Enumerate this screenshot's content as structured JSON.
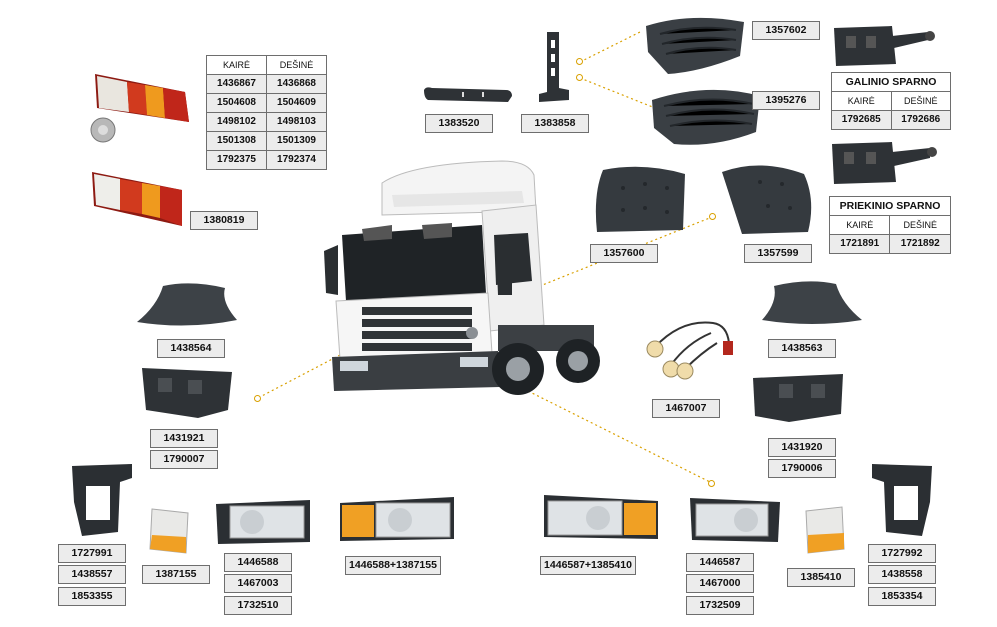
{
  "tail_table": {
    "headers": [
      "KAIRĖ",
      "DEŠINĖ"
    ],
    "rows": [
      [
        "1436867",
        "1436868"
      ],
      [
        "1504608",
        "1504609"
      ],
      [
        "1498102",
        "1498103"
      ],
      [
        "1501308",
        "1501309"
      ],
      [
        "1792375",
        "1792374"
      ]
    ]
  },
  "galinio_table": {
    "title": "GALINIO SPARNO",
    "headers": [
      "KAIRĖ",
      "DEŠINĖ"
    ],
    "values": [
      "1792685",
      "1792686"
    ]
  },
  "priekinio_table": {
    "title": "PRIEKINIO SPARNO",
    "headers": [
      "KAIRĖ",
      "DEŠINĖ"
    ],
    "values": [
      "1721891",
      "1721892"
    ]
  },
  "labels": {
    "p1380819": "1380819",
    "p1383520": "1383520",
    "p1383858": "1383858",
    "p1357602": "1357602",
    "p1395276": "1395276",
    "p1357600": "1357600",
    "p1357599": "1357599",
    "p1438564": "1438564",
    "p1438563": "1438563",
    "p1467007": "1467007",
    "left_bracket": [
      "1431921",
      "1790007"
    ],
    "right_bracket": [
      "1431920",
      "1790006"
    ],
    "left_frame": [
      "1727991",
      "1438557",
      "1853355"
    ],
    "right_frame": [
      "1727992",
      "1438558",
      "1853354"
    ],
    "p1387155": "1387155",
    "p1385410": "1385410",
    "left_headlamp": [
      "1446588",
      "1467003",
      "1732510"
    ],
    "right_headlamp": [
      "1446587",
      "1467000",
      "1732509"
    ],
    "left_combo": "1446588+1387155",
    "right_combo": "1446587+1385410"
  },
  "colors": {
    "label_bg": "#ececec",
    "label_border": "#6e6e6e",
    "leader_line": "#d9a000",
    "part_dark": "#3a3f44",
    "truck_white": "#f4f4f4"
  }
}
